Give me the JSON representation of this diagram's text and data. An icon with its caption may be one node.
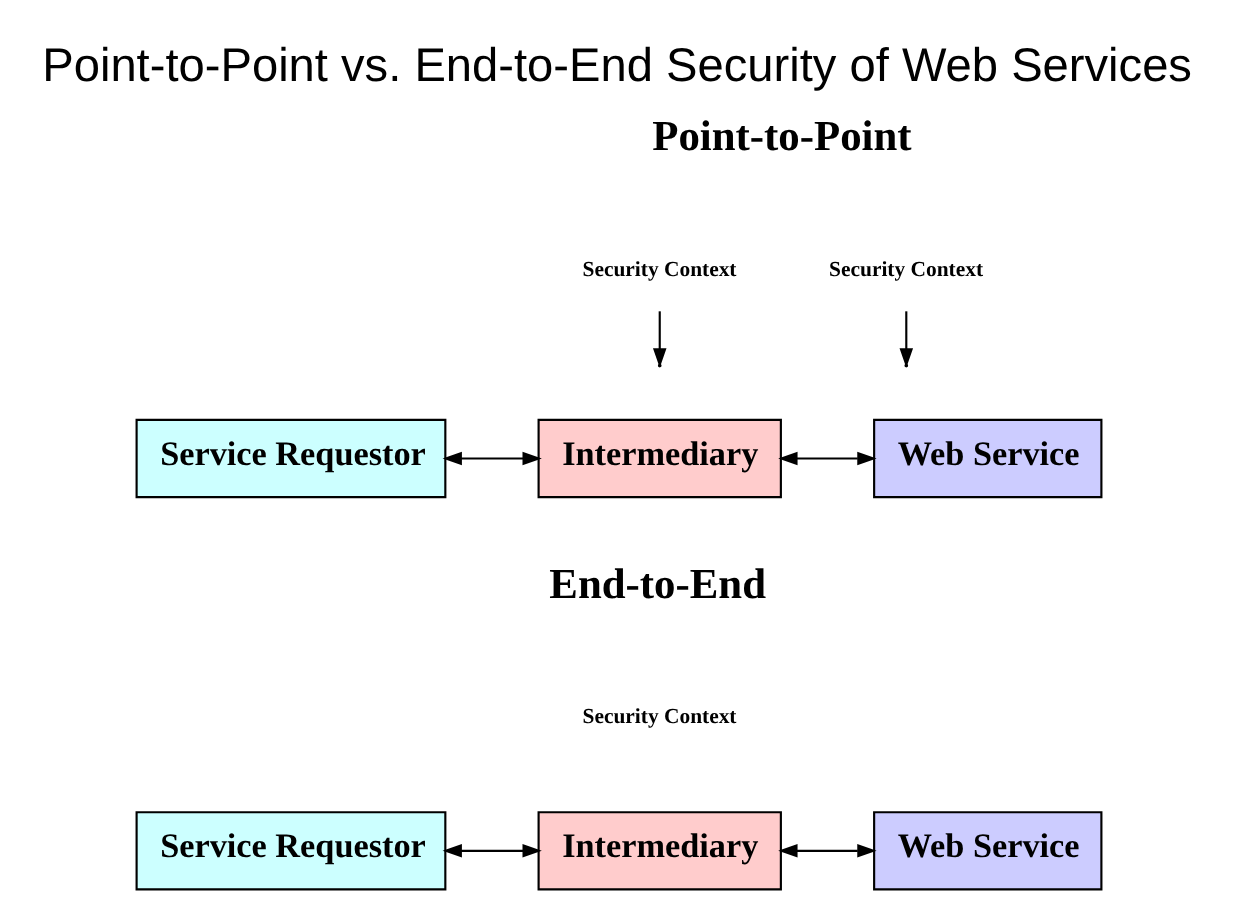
{
  "diagram": {
    "title": "Point-to-Point vs. End-to-End Security of Web Services",
    "nodes": [
      {
        "text": [
          "Service Requestor"
        ]
      },
      {
        "text": [
          "Intermediary"
        ]
      },
      {
        "text": [
          "Web Service"
        ]
      },
      {
        "text": [
          "Service Requestor"
        ]
      },
      {
        "text": [
          "Intermediary"
        ]
      },
      {
        "text": [
          "Web Service"
        ]
      },
      {
        "text": [
          "Security Context"
        ]
      },
      {
        "text": [
          "Security Context"
        ]
      }
    ],
    "edges": [
      {
        "from": 0,
        "to": 1,
        "arrow": "both"
      },
      {
        "from": 1,
        "to": 2,
        "arrow": "both"
      },
      {
        "from": 6,
        "to": null,
        "arrow": "to"
      },
      {
        "from": 7,
        "to": null,
        "arrow": "to"
      },
      {
        "from": 3,
        "to": 4,
        "arrow": "both"
      },
      {
        "from": 4,
        "to": 5,
        "arrow": "both"
      }
    ],
    "labels": [
      "Point-to-Point",
      "End-to-End",
      "Security Context"
    ]
  }
}
